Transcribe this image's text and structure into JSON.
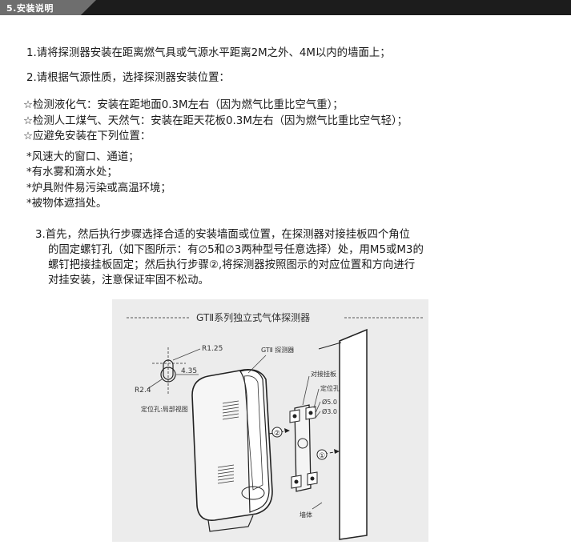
{
  "section": {
    "title": "5.安装说明"
  },
  "instructions": {
    "step1": "1.请将探测器安装在距离燃气具或气源水平距离2M之外、4M以内的墙面上；",
    "step2": "2.请根据气源性质，选择探测器安装位置：",
    "options": [
      "☆检测液化气：安装在距地面0.3M左右（因为燃气比重比空气重）；",
      "☆检测人工煤气、天然气：安装在距天花板0.3M左右（因为燃气比重比空气轻）；",
      "☆应避免安装在下列位置："
    ],
    "avoid": [
      "*风速大的窗口、通道；",
      "*有水雾和滴水处；",
      "*炉具附件易污染或高温环境；",
      "*被物体遮挡处。"
    ],
    "step3": [
      "3.首先，然后执行步骤选择合适的安装墙面或位置，在探测器对接挂板四个角位",
      "的固定螺钉孔（如下图所示：有∅5和∅3两种型号任意选择）处，用M5或M3的",
      "螺钉把接挂板固定；然后执行步骤②,将探测器按照图示的对应位置和方向进行",
      "对挂安装，注意保证牢固不松动。"
    ]
  },
  "diagram": {
    "title": "GTⅡ系列独立式气体探测器",
    "labels": {
      "r125": "R1.25",
      "d435": "4.35",
      "r24": "R2.4",
      "hole_view": "定位孔:局部视图",
      "detector": "GTⅡ 探测器",
      "bracket": "对接挂板",
      "locating_hole": "定位孔",
      "phi5": "Ø5.0",
      "phi3": "Ø3.0",
      "wall": "墙体",
      "step1_mark": "①",
      "step2_mark": "②"
    }
  }
}
